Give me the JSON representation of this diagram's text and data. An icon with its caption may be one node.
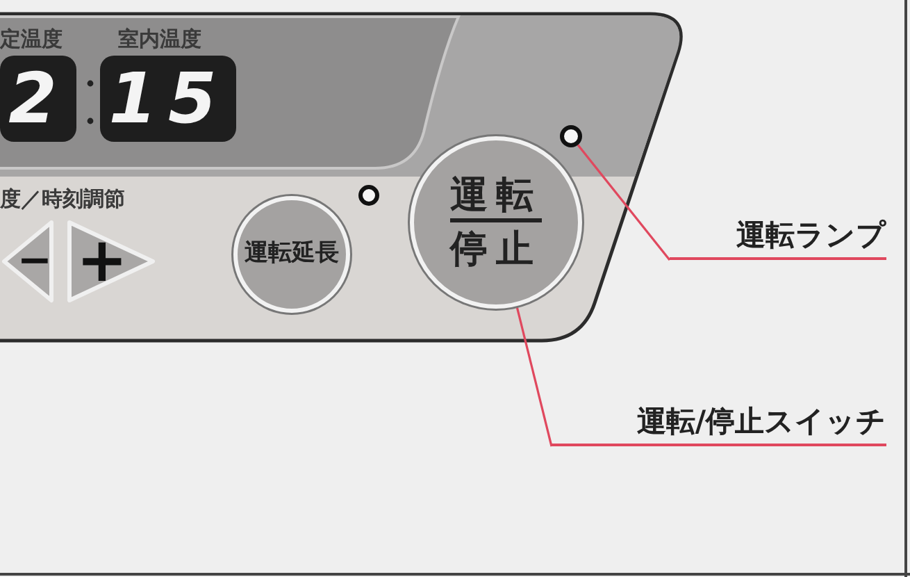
{
  "diagram": {
    "nodes": [
      {
        "text": [
          "2"
        ]
      },
      {
        "text": [
          "15"
        ]
      },
      {
        "text": [
          "−"
        ]
      },
      {
        "text": [
          "+"
        ]
      },
      {
        "text": [
          "運転延長"
        ]
      },
      {
        "text": [],
        "shape": "circle"
      },
      {
        "text": [
          "運転",
          "停止"
        ]
      },
      {
        "text": [],
        "shape": "circle"
      },
      {
        "text": [
          "運転ランプ"
        ]
      },
      {
        "text": [
          "運転/停止スイッチ"
        ]
      }
    ],
    "edges": [
      {
        "from": 8,
        "to": 7,
        "arrow": "none"
      },
      {
        "from": 9,
        "to": 6,
        "arrow": "none"
      }
    ],
    "labels": [
      "定温度",
      "室内温度",
      "度／時刻調節"
    ]
  }
}
